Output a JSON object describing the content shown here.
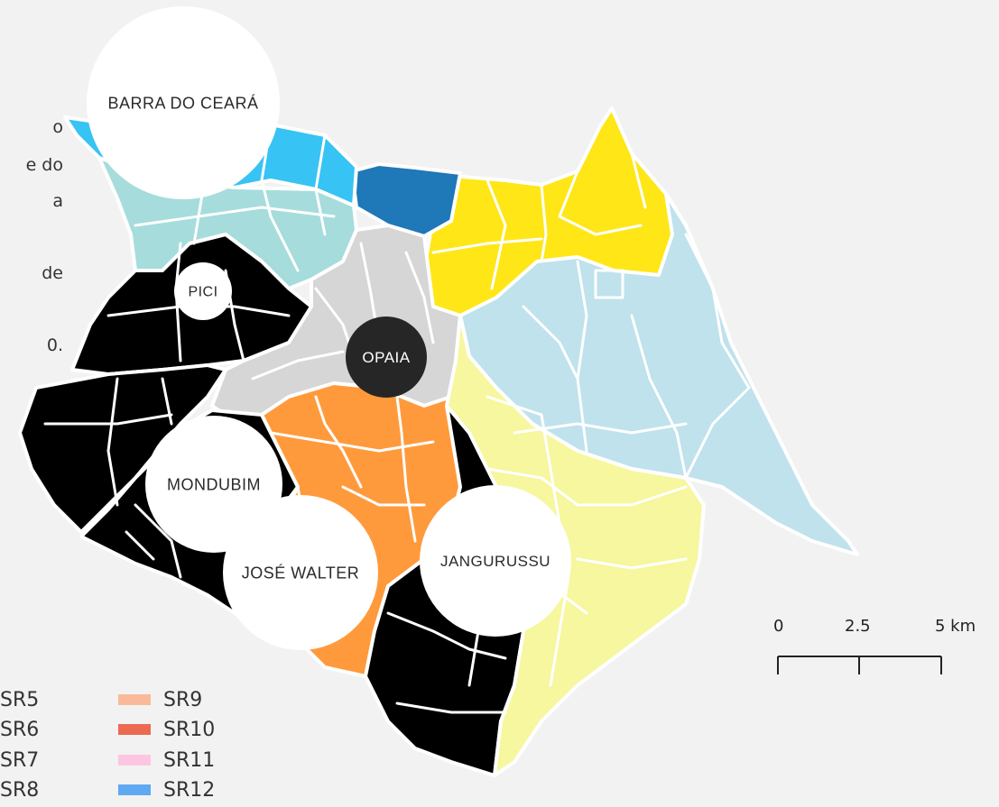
{
  "side_text_fragments": [
    "o",
    "e do",
    "a",
    "de",
    "0."
  ],
  "regions": [
    {
      "id": "sr1",
      "color": "#37c3f3"
    },
    {
      "id": "sr2",
      "color": "#1f78b8"
    },
    {
      "id": "sr3",
      "color": "#ffe617"
    },
    {
      "id": "sr4",
      "color": "#bfe2ec"
    },
    {
      "id": "sr-central",
      "color": "#d6d6d6"
    },
    {
      "id": "sr-west",
      "color": "#a6dcdc"
    },
    {
      "id": "sr5",
      "color": "#ff9a3c"
    },
    {
      "id": "sr6",
      "color": "#f6f79e"
    }
  ],
  "neighborhood_labels": [
    {
      "id": "barra-do-ceara",
      "text": "BARRA DO CEARÁ",
      "style": "light"
    },
    {
      "id": "pici",
      "text": "PICI",
      "style": "light"
    },
    {
      "id": "opaia",
      "text": "OPAIA",
      "style": "dark"
    },
    {
      "id": "mondubim",
      "text": "MONDUBIM",
      "style": "light"
    },
    {
      "id": "jose-walter",
      "text": "JOSÉ WALTER",
      "style": "light"
    },
    {
      "id": "jangurussu",
      "text": "JANGURUSSU",
      "style": "light"
    }
  ],
  "legend": {
    "col1": [
      {
        "label": "SR5"
      },
      {
        "label": "SR6"
      },
      {
        "label": "SR7"
      },
      {
        "label": "SR8"
      }
    ],
    "col2": [
      {
        "label": "SR9",
        "color": "#fbb99c"
      },
      {
        "label": "SR10",
        "color": "#ec6a52"
      },
      {
        "label": "SR11",
        "color": "#fcc6e2"
      },
      {
        "label": "SR12",
        "color": "#5fa9f2"
      }
    ]
  },
  "scale_bar": {
    "labels": [
      "0",
      "2.5",
      "5 km"
    ]
  }
}
